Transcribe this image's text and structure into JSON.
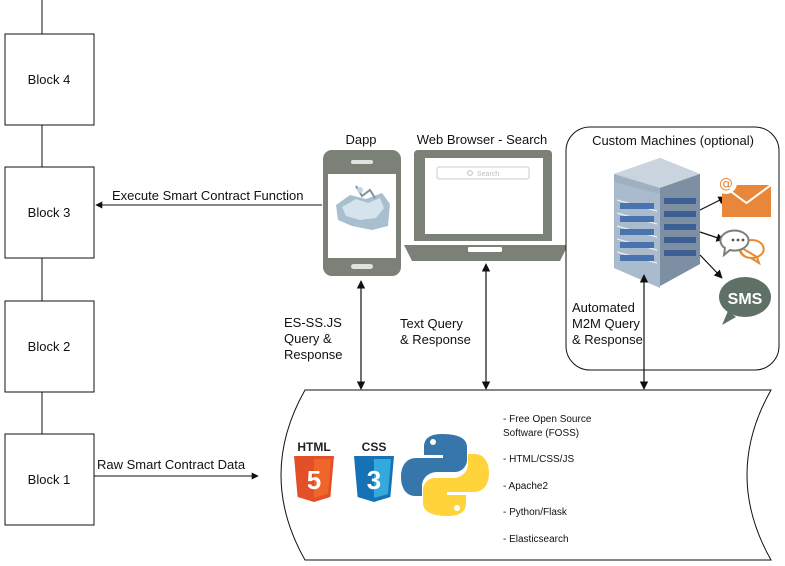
{
  "blocks": [
    {
      "label": "Block 4"
    },
    {
      "label": "Block 3"
    },
    {
      "label": "Block 2"
    },
    {
      "label": "Block 1"
    }
  ],
  "dapp": {
    "title": "Dapp"
  },
  "browser": {
    "title": "Web Browser - Search",
    "search_placeholder": "Search"
  },
  "custom": {
    "title": "Custom Machines (optional)",
    "sms_label": "SMS"
  },
  "arrows": {
    "execute": "Execute Smart Contract Function",
    "raw": "Raw Smart Contract Data",
    "es_line1": "ES-SS.JS",
    "es_line2": "Query &",
    "es_line3": "Response",
    "text_line1": "Text Query",
    "text_line2": "& Response",
    "m2m_line1": "Automated",
    "m2m_line2": "M2M Query",
    "m2m_line3": "& Response"
  },
  "server": {
    "html_logo": "HTML",
    "html_num": "5",
    "css_logo": "CSS",
    "css_num": "3",
    "features": [
      "- Free Open Source",
      "Software (FOSS)",
      "- HTML/CSS/JS",
      "- Apache2",
      "- Python/Flask",
      "- Elasticsearch"
    ]
  },
  "colors": {
    "device_gray": "#7c8177",
    "html_orange": "#e34f26",
    "css_blue": "#1572b6",
    "python_blue": "#3776ab",
    "python_yellow": "#ffd43b",
    "sms_green": "#5f7167",
    "mail_orange": "#e8873a",
    "chat_orange": "#e88a2e"
  }
}
